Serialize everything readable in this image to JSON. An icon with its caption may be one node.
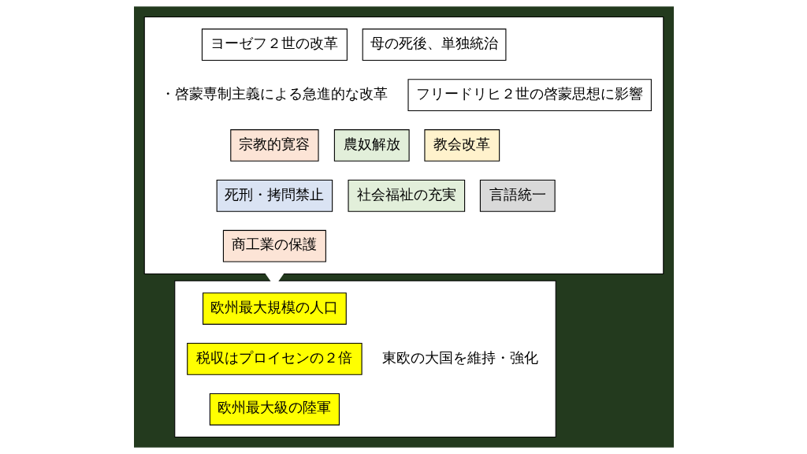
{
  "diagram": {
    "nodes": [
      {
        "text": [],
        "shape": "box"
      },
      {
        "text": [
          "ヨーゼフ２世の改革"
        ],
        "in": 0
      },
      {
        "text": [
          "母の死後、単独統治"
        ],
        "in": 0
      },
      {
        "text": [
          "・啓蒙専制主義による急進的な改革"
        ],
        "in": 0
      },
      {
        "text": [
          "フリードリヒ２世の啓蒙思想に影響"
        ],
        "in": 0
      },
      {
        "text": [
          "宗教的寛容"
        ],
        "in": 0
      },
      {
        "text": [
          "農奴解放"
        ],
        "in": 0
      },
      {
        "text": [
          "教会改革"
        ],
        "in": 0
      },
      {
        "text": [
          "死刑・拷問禁止"
        ],
        "in": 0
      },
      {
        "text": [
          "社会福祉の充実"
        ],
        "in": 0
      },
      {
        "text": [
          "言語統一"
        ],
        "in": 0
      },
      {
        "text": [
          "商工業の保護"
        ],
        "in": 0
      },
      {
        "text": [],
        "shape": "box"
      },
      {
        "text": [
          "欧州最大規模の人口"
        ],
        "in": 12
      },
      {
        "text": [
          "税収はプロイセンの２倍"
        ],
        "in": 12
      },
      {
        "text": [
          "欧州最大級の陸軍"
        ],
        "in": 12
      },
      {
        "text": [
          "東欧の大国を維持・強化"
        ],
        "in": 12
      }
    ],
    "edges": [
      {
        "from": 0,
        "to": 12,
        "arrow": "to",
        "style": "thick"
      }
    ]
  }
}
